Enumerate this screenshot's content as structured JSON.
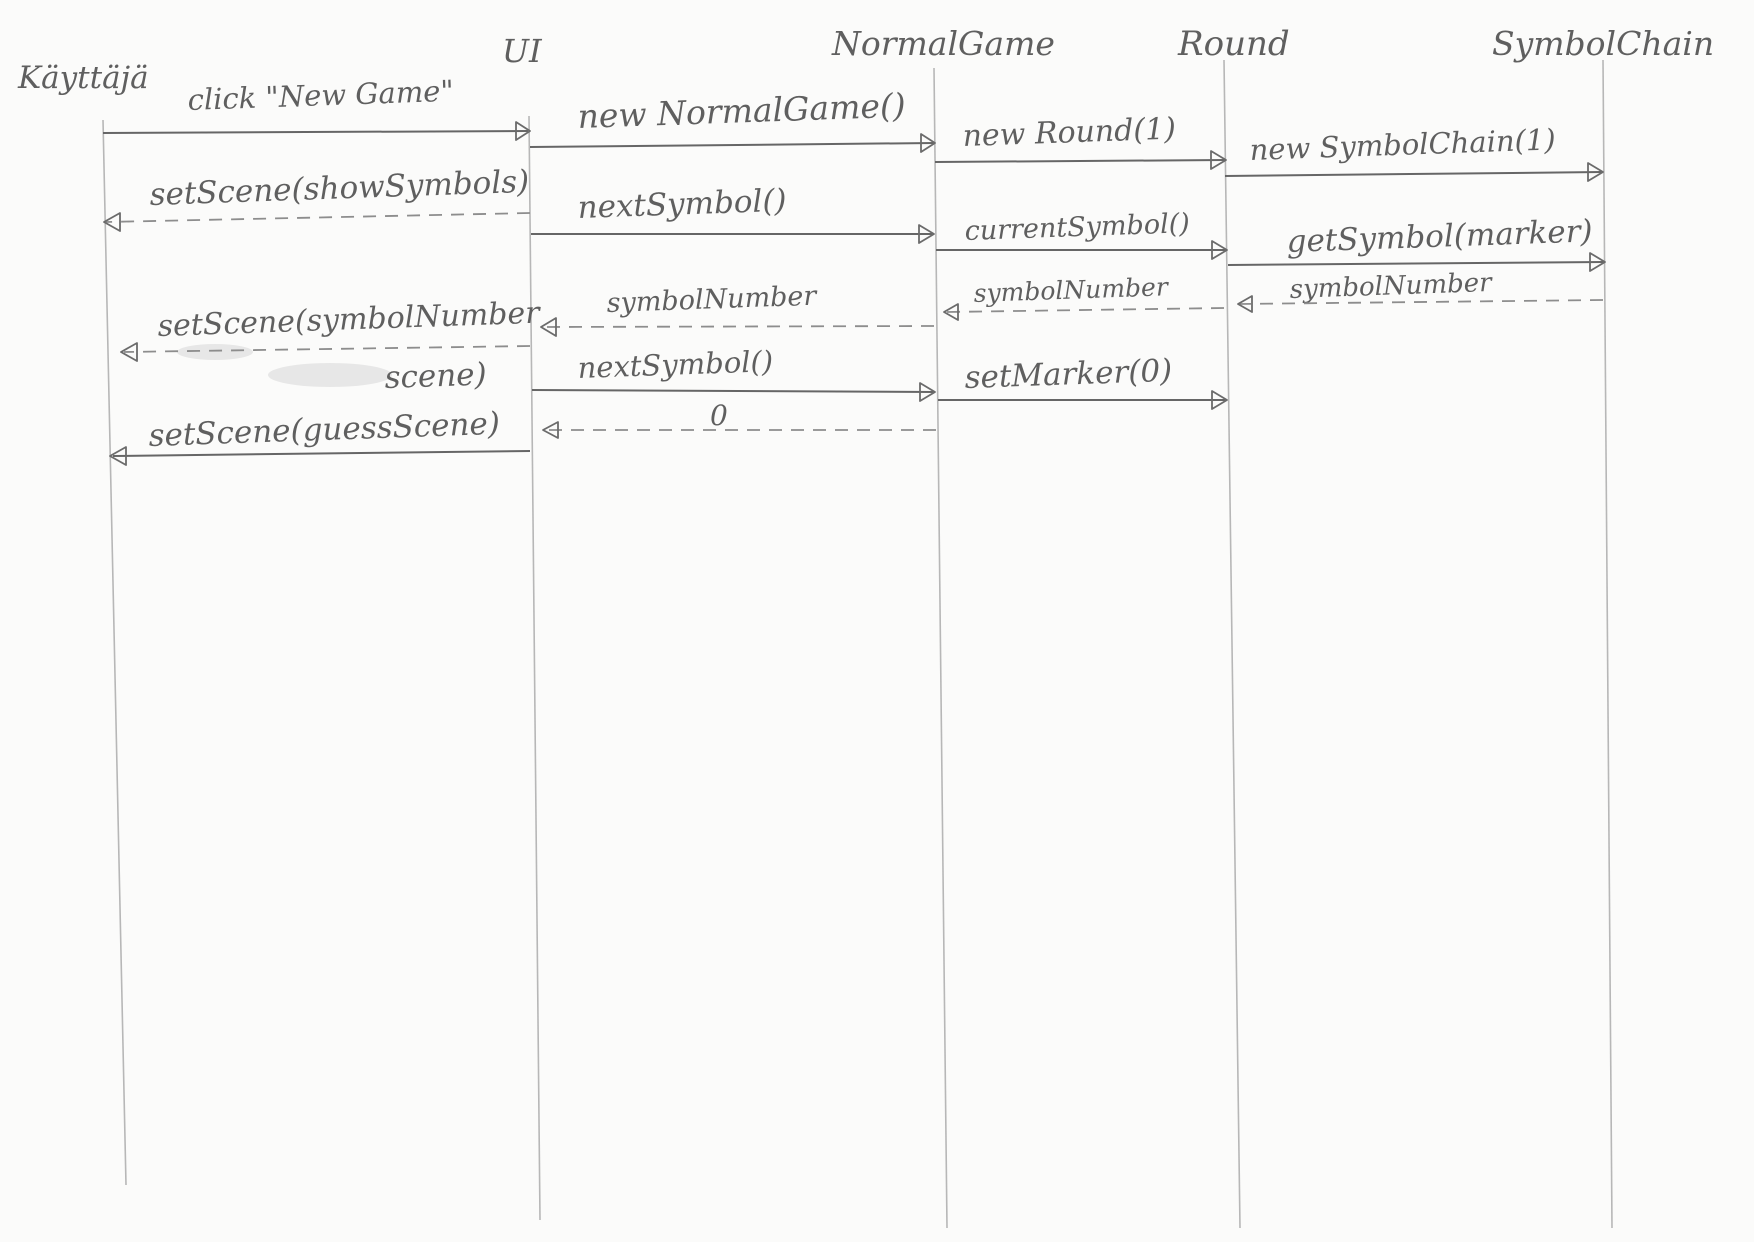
{
  "lifelines": [
    {
      "id": "user",
      "label": "Käyttäjä"
    },
    {
      "id": "ui",
      "label": "UI"
    },
    {
      "id": "game",
      "label": "NormalGame"
    },
    {
      "id": "round",
      "label": "Round"
    },
    {
      "id": "chain",
      "label": "SymbolChain"
    }
  ],
  "messages": [
    {
      "label": "click \"New Game\"",
      "from": "user",
      "to": "ui",
      "kind": "call"
    },
    {
      "label": "new NormalGame()",
      "from": "ui",
      "to": "game",
      "kind": "call"
    },
    {
      "label": "new Round(1)",
      "from": "game",
      "to": "round",
      "kind": "call"
    },
    {
      "label": "new SymbolChain(1)",
      "from": "round",
      "to": "chain",
      "kind": "call"
    },
    {
      "label": "setScene(showSymbols)",
      "from": "ui",
      "to": "user",
      "kind": "return"
    },
    {
      "label": "nextSymbol()",
      "from": "ui",
      "to": "game",
      "kind": "call"
    },
    {
      "label": "currentSymbol()",
      "from": "game",
      "to": "round",
      "kind": "call"
    },
    {
      "label": "getSymbol(marker)",
      "from": "round",
      "to": "chain",
      "kind": "call"
    },
    {
      "label": "symbolNumber",
      "from": "chain",
      "to": "round",
      "kind": "return"
    },
    {
      "label": "symbolNumber",
      "from": "round",
      "to": "game",
      "kind": "return"
    },
    {
      "label": "symbolNumber",
      "from": "game",
      "to": "ui",
      "kind": "return"
    },
    {
      "label": "setScene(symbolNumber",
      "label_line2": "scene)",
      "from": "ui",
      "to": "user",
      "kind": "return"
    },
    {
      "label": "nextSymbol()",
      "from": "ui",
      "to": "game",
      "kind": "call"
    },
    {
      "label": "setMarker(0)",
      "from": "game",
      "to": "round",
      "kind": "call"
    },
    {
      "label": "0",
      "from": "game",
      "to": "ui",
      "kind": "return"
    },
    {
      "label": "setScene(guessScene)",
      "from": "ui",
      "to": "user",
      "kind": "call"
    }
  ]
}
